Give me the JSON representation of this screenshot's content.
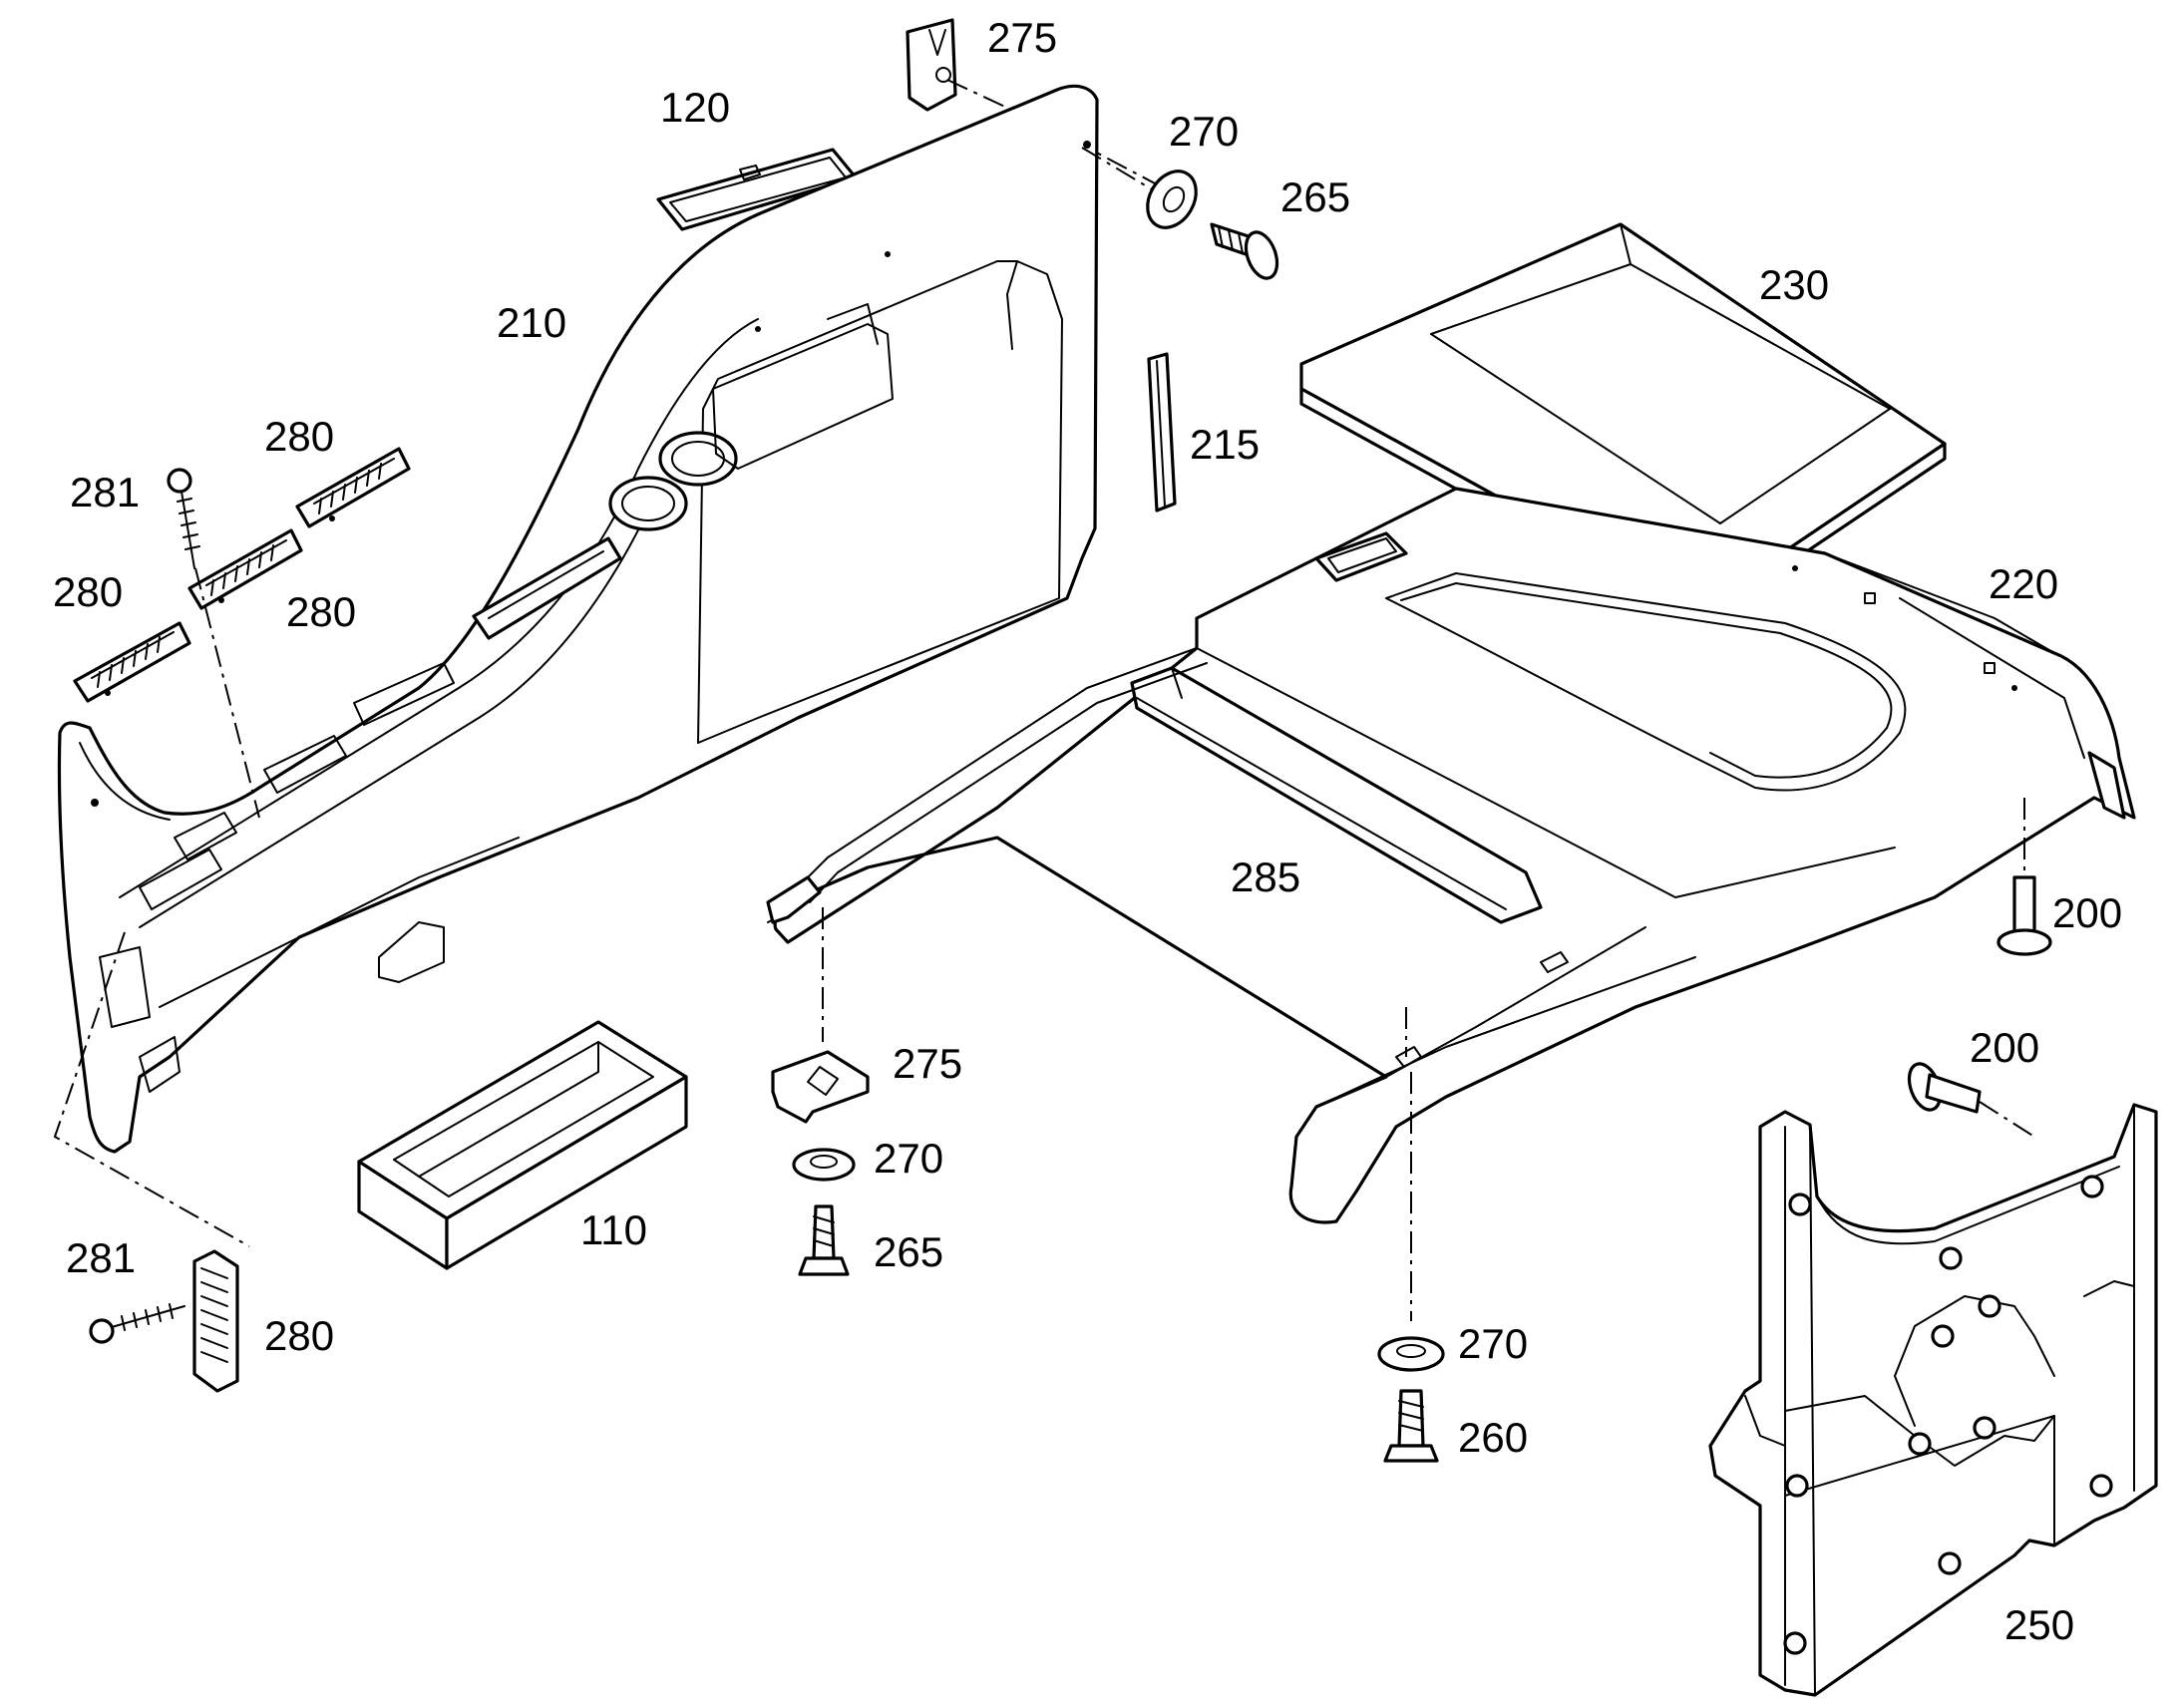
{
  "diagram": {
    "type": "exploded-parts-diagram",
    "callouts": [
      {
        "id": "lbl-120",
        "text": "120"
      },
      {
        "id": "lbl-275-top",
        "text": "275"
      },
      {
        "id": "lbl-270-top",
        "text": "270"
      },
      {
        "id": "lbl-265-top",
        "text": "265"
      },
      {
        "id": "lbl-230",
        "text": "230"
      },
      {
        "id": "lbl-210",
        "text": "210"
      },
      {
        "id": "lbl-215",
        "text": "215"
      },
      {
        "id": "lbl-280-a",
        "text": "280"
      },
      {
        "id": "lbl-281-a",
        "text": "281"
      },
      {
        "id": "lbl-280-b",
        "text": "280"
      },
      {
        "id": "lbl-280-c",
        "text": "280"
      },
      {
        "id": "lbl-220",
        "text": "220"
      },
      {
        "id": "lbl-285",
        "text": "285"
      },
      {
        "id": "lbl-200-a",
        "text": "200"
      },
      {
        "id": "lbl-275-mid",
        "text": "275"
      },
      {
        "id": "lbl-270-mid",
        "text": "270"
      },
      {
        "id": "lbl-265-mid",
        "text": "265"
      },
      {
        "id": "lbl-110",
        "text": "110"
      },
      {
        "id": "lbl-200-b",
        "text": "200"
      },
      {
        "id": "lbl-281-b",
        "text": "281"
      },
      {
        "id": "lbl-280-d",
        "text": "280"
      },
      {
        "id": "lbl-270-low",
        "text": "270"
      },
      {
        "id": "lbl-260",
        "text": "260"
      },
      {
        "id": "lbl-250",
        "text": "250"
      }
    ]
  }
}
